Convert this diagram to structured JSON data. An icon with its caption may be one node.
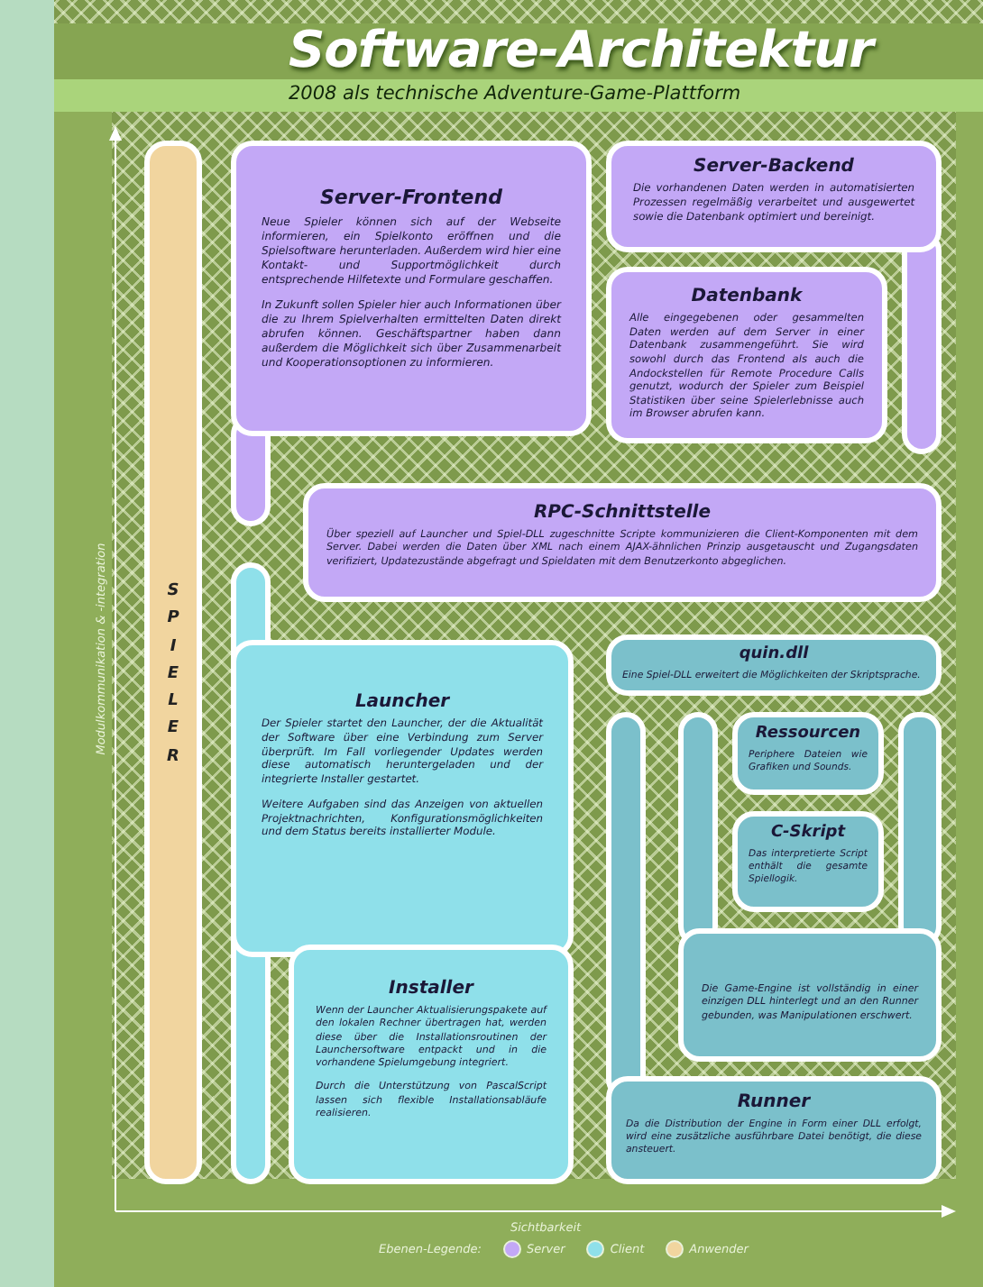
{
  "diagram": {
    "title": "Software-Architektur",
    "caption": "2008 als technische Adventure-Game-Plattform",
    "nodes": [
      {
        "text": [
          "Server-Frontend",
          "Neue Spieler können sich auf der Webseite informieren, ein Spielkonto eröffnen und die Spielsoftware herunterladen. Außerdem wird hier eine Kontakt- und Supportmöglichkeit durch entsprechende Hilfetexte und Formulare geschaffen.",
          "In Zukunft sollen Spieler hier auch Informationen über die zu Ihrem Spielverhalten ermittelten Daten direkt abrufen können. Geschäftspartner haben dann außerdem die Möglichkeit sich über Zusammenarbeit und Kooperationsoptionen zu informieren."
        ]
      },
      {
        "text": [
          "Server-Backend",
          "Die vorhandenen Daten werden in automatisierten Prozessen regelmäßig verarbeitet und ausgewertet sowie die Datenbank optimiert und bereinigt."
        ]
      },
      {
        "text": [
          "Datenbank",
          "Alle eingegebenen oder gesammelten Daten werden auf dem Server in einer Datenbank zusammengeführt. Sie wird sowohl durch das Frontend als auch die Andockstellen für Remote Procedure Calls genutzt, wodurch der Spieler zum Beispiel Statistiken über seine Spielerlebnisse auch im Browser abrufen kann."
        ]
      },
      {
        "text": [
          "SPIELER"
        ]
      },
      {
        "text": [
          "RPC-Schnittstelle",
          "Über speziell auf Launcher und Spiel-DLL zugeschnitte Scripte kommunizieren die Client-Komponenten mit dem Server. Dabei werden die Daten über XML nach einem AJAX-ähnlichen Prinzip ausgetauscht und Zugangsdaten verifiziert, Updatezustände abgefragt und Spieldaten mit dem Benutzerkonto abgeglichen."
        ]
      },
      {
        "text": [
          "quin.dll",
          "Eine Spiel-DLL erweitert die Möglichkeiten der Skriptsprache."
        ]
      },
      {
        "text": [
          "Launcher",
          "Der Spieler startet den Launcher, der die Aktualität der Software über eine Verbindung zum Server überprüft. Im Fall vorliegender Updates werden diese automatisch heruntergeladen und der integrierte Installer gestartet.",
          "Weitere Aufgaben sind das Anzeigen von aktuellen Projektnachrichten, Konfigurationsmöglichkeiten und dem Status bereits installierter Module."
        ]
      },
      {
        "text": [
          "Ressourcen",
          "Periphere Dateien wie Grafiken und Sounds."
        ]
      },
      {
        "text": [
          "C-Skript",
          "Das interpretierte Script enthält die gesamte Spiellogik."
        ]
      },
      {
        "text": [
          "Die Game-Engine ist vollständig in einer einzigen DLL hinterlegt und an den Runner gebunden, was Manipulationen erschwert."
        ]
      },
      {
        "text": [
          "Installer",
          "Wenn der Launcher Aktualisierungspakete auf den lokalen Rechner übertragen hat, werden diese über die Installationsroutinen der Launchersoftware entpackt und in die vorhandene Spielumgebung integriert.",
          "Durch die Unterstützung von PascalScript lassen sich flexible Installationsabläufe realisieren."
        ]
      },
      {
        "text": [
          "Runner",
          "Da die Distribution der Engine in Form einer DLL erfolgt, wird eine zusätzliche ausführbare Datei benötigt, die diese ansteuert."
        ]
      }
    ],
    "labels": [
      "Modulkommunikation & -integration",
      "Sichtbarkeit",
      "Ebenen-Legende:"
    ],
    "legend": [
      {
        "text": "Server",
        "color": "#c3a8f6"
      },
      {
        "text": "Client",
        "color": "#8fe0ea"
      },
      {
        "text": "Anwender",
        "color": "#f1d59f"
      }
    ]
  }
}
